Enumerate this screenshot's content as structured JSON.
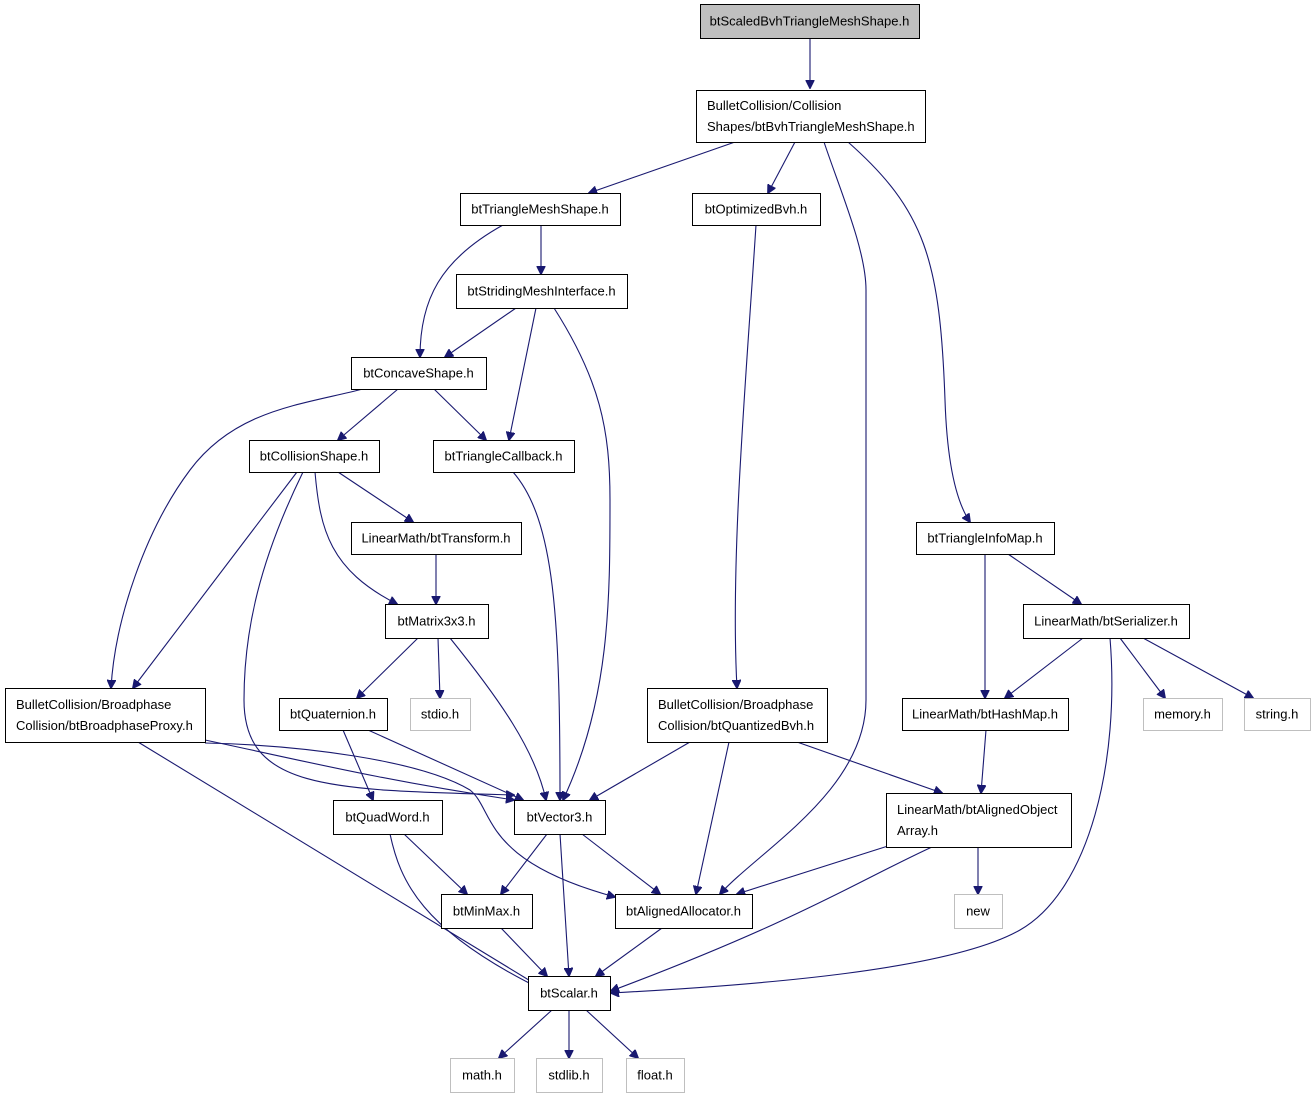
{
  "colors": {
    "edge": "#191970",
    "node_border": "#000000",
    "node_fill": "#ffffff",
    "root_fill": "#bfbfbf",
    "system_border": "#bfbfbf"
  },
  "nodes": {
    "root": {
      "lines": [
        "btScaledBvhTriangleMeshShape.h"
      ],
      "kind": "root"
    },
    "bvh_shape": {
      "lines": [
        "BulletCollision/Collision",
        "Shapes/btBvhTriangleMeshShape.h"
      ],
      "kind": "normal"
    },
    "tri_mesh_shape": {
      "lines": [
        "btTriangleMeshShape.h"
      ],
      "kind": "normal"
    },
    "optimized_bvh": {
      "lines": [
        "btOptimizedBvh.h"
      ],
      "kind": "normal"
    },
    "striding": {
      "lines": [
        "btStridingMeshInterface.h"
      ],
      "kind": "normal"
    },
    "concave": {
      "lines": [
        "btConcaveShape.h"
      ],
      "kind": "normal"
    },
    "collision_shape": {
      "lines": [
        "btCollisionShape.h"
      ],
      "kind": "normal"
    },
    "tri_callback": {
      "lines": [
        "btTriangleCallback.h"
      ],
      "kind": "normal"
    },
    "transform": {
      "lines": [
        "LinearMath/btTransform.h"
      ],
      "kind": "normal"
    },
    "tri_info_map": {
      "lines": [
        "btTriangleInfoMap.h"
      ],
      "kind": "normal"
    },
    "serializer": {
      "lines": [
        "LinearMath/btSerializer.h"
      ],
      "kind": "normal"
    },
    "matrix": {
      "lines": [
        "btMatrix3x3.h"
      ],
      "kind": "normal"
    },
    "bp_proxy": {
      "lines": [
        "BulletCollision/Broadphase",
        "Collision/btBroadphaseProxy.h"
      ],
      "kind": "normal"
    },
    "quaternion": {
      "lines": [
        "btQuaternion.h"
      ],
      "kind": "normal"
    },
    "stdio": {
      "lines": [
        "stdio.h"
      ],
      "kind": "system"
    },
    "quantized_bvh": {
      "lines": [
        "BulletCollision/Broadphase",
        "Collision/btQuantizedBvh.h"
      ],
      "kind": "normal"
    },
    "hashmap": {
      "lines": [
        "LinearMath/btHashMap.h"
      ],
      "kind": "normal"
    },
    "memory": {
      "lines": [
        "memory.h"
      ],
      "kind": "system"
    },
    "string": {
      "lines": [
        "string.h"
      ],
      "kind": "system"
    },
    "quadword": {
      "lines": [
        "btQuadWord.h"
      ],
      "kind": "normal"
    },
    "vector3": {
      "lines": [
        "btVector3.h"
      ],
      "kind": "normal"
    },
    "aligned_array": {
      "lines": [
        "LinearMath/btAlignedObject",
        "Array.h"
      ],
      "kind": "normal"
    },
    "minmax": {
      "lines": [
        "btMinMax.h"
      ],
      "kind": "normal"
    },
    "aligned_alloc": {
      "lines": [
        "btAlignedAllocator.h"
      ],
      "kind": "normal"
    },
    "new": {
      "lines": [
        "new"
      ],
      "kind": "system"
    },
    "scalar": {
      "lines": [
        "btScalar.h"
      ],
      "kind": "normal"
    },
    "math": {
      "lines": [
        "math.h"
      ],
      "kind": "system"
    },
    "stdlib": {
      "lines": [
        "stdlib.h"
      ],
      "kind": "system"
    },
    "float": {
      "lines": [
        "float.h"
      ],
      "kind": "system"
    }
  },
  "edges": [
    {
      "from": "root",
      "to": "bvh_shape"
    },
    {
      "from": "bvh_shape",
      "to": "tri_mesh_shape"
    },
    {
      "from": "bvh_shape",
      "to": "optimized_bvh"
    },
    {
      "from": "bvh_shape",
      "to": "aligned_alloc"
    },
    {
      "from": "bvh_shape",
      "to": "tri_info_map"
    },
    {
      "from": "tri_mesh_shape",
      "to": "concave"
    },
    {
      "from": "tri_mesh_shape",
      "to": "striding"
    },
    {
      "from": "optimized_bvh",
      "to": "quantized_bvh"
    },
    {
      "from": "striding",
      "to": "concave"
    },
    {
      "from": "striding",
      "to": "tri_callback"
    },
    {
      "from": "striding",
      "to": "vector3"
    },
    {
      "from": "concave",
      "to": "bp_proxy"
    },
    {
      "from": "concave",
      "to": "collision_shape"
    },
    {
      "from": "concave",
      "to": "tri_callback"
    },
    {
      "from": "collision_shape",
      "to": "transform"
    },
    {
      "from": "collision_shape",
      "to": "matrix"
    },
    {
      "from": "collision_shape",
      "to": "bp_proxy"
    },
    {
      "from": "collision_shape",
      "to": "vector3"
    },
    {
      "from": "tri_callback",
      "to": "vector3"
    },
    {
      "from": "transform",
      "to": "matrix"
    },
    {
      "from": "matrix",
      "to": "quaternion"
    },
    {
      "from": "matrix",
      "to": "stdio"
    },
    {
      "from": "matrix",
      "to": "vector3"
    },
    {
      "from": "bp_proxy",
      "to": "vector3"
    },
    {
      "from": "bp_proxy",
      "to": "aligned_alloc"
    },
    {
      "from": "bp_proxy",
      "to": "scalar"
    },
    {
      "from": "quaternion",
      "to": "quadword"
    },
    {
      "from": "quaternion",
      "to": "vector3"
    },
    {
      "from": "quantized_bvh",
      "to": "vector3"
    },
    {
      "from": "quantized_bvh",
      "to": "aligned_alloc"
    },
    {
      "from": "quantized_bvh",
      "to": "aligned_array"
    },
    {
      "from": "tri_info_map",
      "to": "hashmap"
    },
    {
      "from": "tri_info_map",
      "to": "serializer"
    },
    {
      "from": "serializer",
      "to": "hashmap"
    },
    {
      "from": "serializer",
      "to": "memory"
    },
    {
      "from": "serializer",
      "to": "string"
    },
    {
      "from": "serializer",
      "to": "scalar"
    },
    {
      "from": "hashmap",
      "to": "aligned_array"
    },
    {
      "from": "quadword",
      "to": "minmax"
    },
    {
      "from": "quadword",
      "to": "scalar"
    },
    {
      "from": "vector3",
      "to": "minmax"
    },
    {
      "from": "vector3",
      "to": "aligned_alloc"
    },
    {
      "from": "vector3",
      "to": "scalar"
    },
    {
      "from": "aligned_array",
      "to": "aligned_alloc"
    },
    {
      "from": "aligned_array",
      "to": "new"
    },
    {
      "from": "aligned_array",
      "to": "scalar"
    },
    {
      "from": "minmax",
      "to": "scalar"
    },
    {
      "from": "aligned_alloc",
      "to": "scalar"
    },
    {
      "from": "scalar",
      "to": "math"
    },
    {
      "from": "scalar",
      "to": "stdlib"
    },
    {
      "from": "scalar",
      "to": "float"
    }
  ]
}
